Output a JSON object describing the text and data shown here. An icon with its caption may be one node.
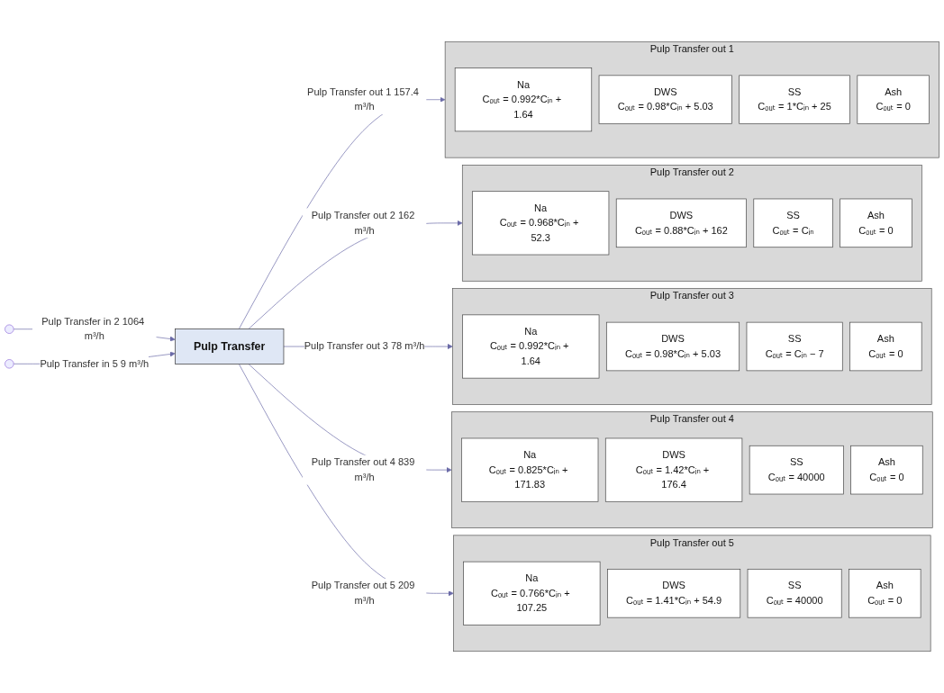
{
  "diagram": {
    "nodes": [
      {
        "text": [],
        "shape": "circle"
      },
      {
        "text": [],
        "shape": "circle"
      },
      {
        "text": [
          "Pulp Transfer"
        ]
      },
      {
        "text": [
          "Pulp Transfer out 1"
        ]
      },
      {
        "text": [
          "Na",
          "Cₒᵤₜ = 0.992*Cᵢₙ + 1.64"
        ],
        "in": 3
      },
      {
        "text": [
          "DWS",
          "Cₒᵤₜ = 0.98*Cᵢₙ + 5.03"
        ],
        "in": 3
      },
      {
        "text": [
          "SS",
          "Cₒᵤₜ = 1*Cᵢₙ + 25"
        ],
        "in": 3
      },
      {
        "text": [
          "Ash",
          "Cₒᵤₜ = 0"
        ],
        "in": 3
      },
      {
        "text": [
          "Pulp Transfer out 2"
        ]
      },
      {
        "text": [
          "Na",
          "Cₒᵤₜ = 0.968*Cᵢₙ + 52.3"
        ],
        "in": 8
      },
      {
        "text": [
          "DWS",
          "Cₒᵤₜ = 0.88*Cᵢₙ + 162"
        ],
        "in": 8
      },
      {
        "text": [
          "SS",
          "Cₒᵤₜ = Cᵢₙ"
        ],
        "in": 8
      },
      {
        "text": [
          "Ash",
          "Cₒᵤₜ = 0"
        ],
        "in": 8
      },
      {
        "text": [
          "Pulp Transfer out 3"
        ]
      },
      {
        "text": [
          "Na",
          "Cₒᵤₜ = 0.992*Cᵢₙ + 1.64"
        ],
        "in": 13
      },
      {
        "text": [
          "DWS",
          "Cₒᵤₜ = 0.98*Cᵢₙ + 5.03"
        ],
        "in": 13
      },
      {
        "text": [
          "SS",
          "Cₒᵤₜ = Cᵢₙ − 7"
        ],
        "in": 13
      },
      {
        "text": [
          "Ash",
          "Cₒᵤₜ = 0"
        ],
        "in": 13
      },
      {
        "text": [
          "Pulp Transfer out 4"
        ]
      },
      {
        "text": [
          "Na",
          "Cₒᵤₜ = 0.825*Cᵢₙ + 171.83"
        ],
        "in": 18
      },
      {
        "text": [
          "DWS",
          "Cₒᵤₜ = 1.42*Cᵢₙ + 176.4"
        ],
        "in": 18
      },
      {
        "text": [
          "SS",
          "Cₒᵤₜ = 40000"
        ],
        "in": 18
      },
      {
        "text": [
          "Ash",
          "Cₒᵤₜ = 0"
        ],
        "in": 18
      },
      {
        "text": [
          "Pulp Transfer out 5"
        ]
      },
      {
        "text": [
          "Na",
          "Cₒᵤₜ = 0.766*Cᵢₙ + 107.25"
        ],
        "in": 23
      },
      {
        "text": [
          "DWS",
          "Cₒᵤₜ = 1.41*Cᵢₙ + 54.9"
        ],
        "in": 23
      },
      {
        "text": [
          "SS",
          "Cₒᵤₜ = 40000"
        ],
        "in": 23
      },
      {
        "text": [
          "Ash",
          "Cₒᵤₜ = 0"
        ],
        "in": 23
      }
    ],
    "edges": [
      {
        "from": 0,
        "to": 2,
        "arrow": "to",
        "label": "Pulp Transfer in 2 1064 m³/h"
      },
      {
        "from": 1,
        "to": 2,
        "arrow": "to",
        "label": "Pulp Transfer in 5 9 m³/h"
      },
      {
        "from": 2,
        "to": 3,
        "arrow": "to",
        "label": "Pulp Transfer out 1 157.4 m³/h"
      },
      {
        "from": 2,
        "to": 8,
        "arrow": "to",
        "label": "Pulp Transfer out 2 162 m³/h"
      },
      {
        "from": 2,
        "to": 13,
        "arrow": "to",
        "label": "Pulp Transfer out 3 78 m³/h"
      },
      {
        "from": 2,
        "to": 18,
        "arrow": "to",
        "label": "Pulp Transfer out 4 839 m³/h"
      },
      {
        "from": 2,
        "to": 23,
        "arrow": "to",
        "label": "Pulp Transfer out 5 209 m³/h"
      }
    ]
  }
}
